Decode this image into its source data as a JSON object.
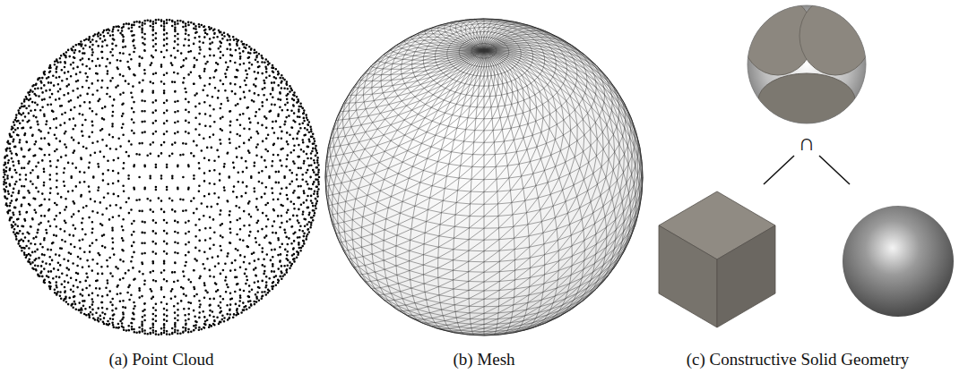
{
  "diagram": {
    "labels": [
      "(a) Point Cloud",
      "(b) Mesh",
      "(c) Constructive Solid Geometry",
      "∩"
    ]
  }
}
